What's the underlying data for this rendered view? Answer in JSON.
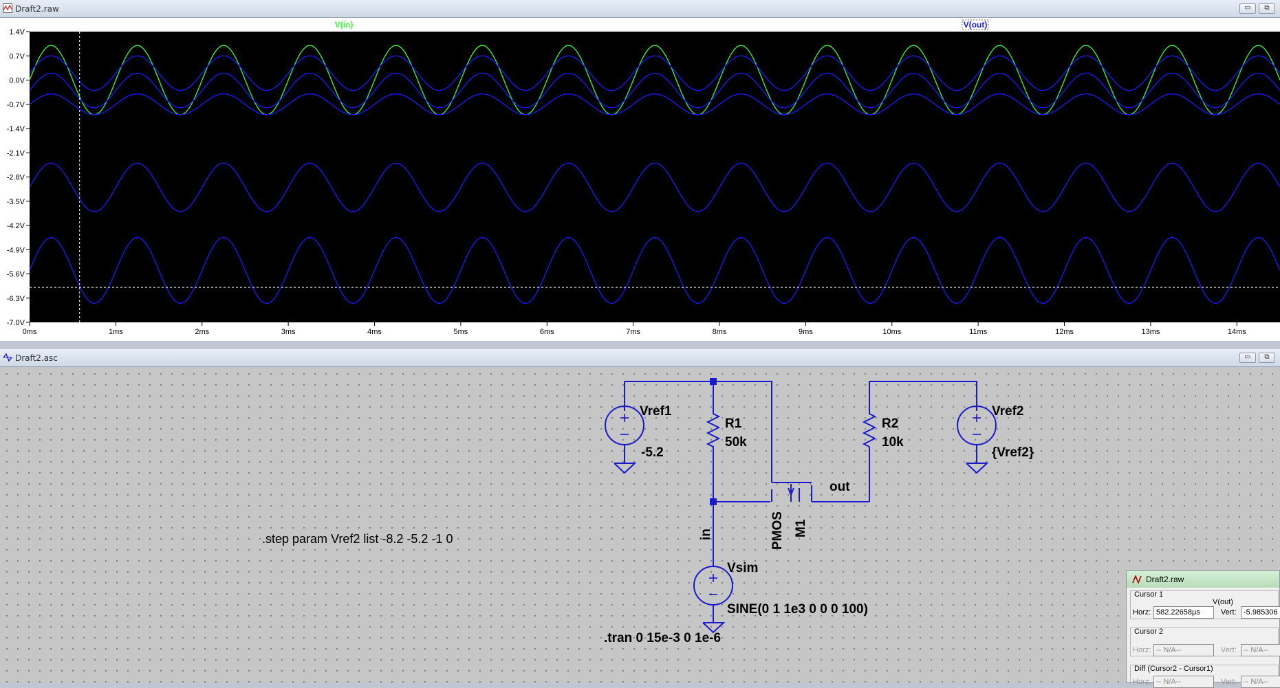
{
  "waveform_window": {
    "title": "Draft2.raw",
    "min_label": "▭",
    "max_label": "⧉",
    "trace_labels": [
      {
        "text": "V(in)",
        "color": "#33ff33"
      },
      {
        "text": "V(out)",
        "color": "#1a1aff",
        "selected": true
      }
    ],
    "y_ticks": [
      "1.4V",
      "0.7V",
      "0.0V",
      "-0.7V",
      "-1.4V",
      "-2.1V",
      "-2.8V",
      "-3.5V",
      "-4.2V",
      "-4.9V",
      "-5.6V",
      "-6.3V",
      "-7.0V"
    ],
    "x_ticks": [
      "0ms",
      "1ms",
      "2ms",
      "3ms",
      "4ms",
      "5ms",
      "6ms",
      "7ms",
      "8ms",
      "9ms",
      "10ms",
      "11ms",
      "12ms",
      "13ms",
      "14ms"
    ]
  },
  "chart_data": {
    "type": "line",
    "xlabel": "",
    "ylabel": "",
    "xunit": "ms",
    "yunit": "V",
    "xlim": [
      0,
      14.5
    ],
    "ylim": [
      -7.0,
      1.4
    ],
    "background": "#000000",
    "grid": false,
    "series": [
      {
        "name": "V(in)",
        "color": "#33ff33",
        "offset": 0.0,
        "amplitude": 1.0,
        "freq_khz": 1
      },
      {
        "name": "V(out)",
        "color": "#1a1aff",
        "offset": 0.2,
        "amplitude": 0.5,
        "freq_khz": 1
      },
      {
        "name": "V(out)",
        "color": "#1a1aff",
        "offset": -0.3,
        "amplitude": 0.5,
        "freq_khz": 1
      },
      {
        "name": "V(out)",
        "color": "#1a1aff",
        "offset": -0.7,
        "amplitude": 0.3,
        "freq_khz": 1
      },
      {
        "name": "V(out)",
        "color": "#1a1aff",
        "offset": -3.1,
        "amplitude": 0.7,
        "freq_khz": 1
      },
      {
        "name": "V(out)",
        "color": "#1a1aff",
        "offset": -5.5,
        "amplitude": 0.95,
        "freq_khz": 1
      }
    ],
    "cursor": {
      "x_ms": 0.58,
      "y_v": -5.99
    }
  },
  "schematic_window": {
    "title": "Draft2.asc",
    "min_label": "▭",
    "max_label": "⧉",
    "wire_color": "#1a1acc",
    "labels": {
      "vref1_name": "Vref1",
      "vref1_value": "-5.2",
      "r1_name": "R1",
      "r1_value": "50k",
      "r2_name": "R2",
      "r2_value": "10k",
      "vref2_name": "Vref2",
      "vref2_value": "{Vref2}",
      "m1_name": "M1",
      "m1_model": "PMOS",
      "out_net": "out",
      "in_net": "in",
      "vsim_name": "Vsim",
      "vsim_value": "SINE(0 1 1e3 0 0 0 100)",
      "step_directive": ".step param Vref2 list -8.2 -5.2 -1 0",
      "tran_directive": ".tran 0 15e-3 0 1e-6"
    }
  },
  "cursor_panel": {
    "title": "Draft2.raw",
    "cursor1_label": "Cursor 1",
    "cursor1_trace": "V(out)",
    "horz_label": "Horz:",
    "vert_label": "Vert:",
    "cursor1_horz": "582.22658µs",
    "cursor1_vert": "-5.985306",
    "cursor2_label": "Cursor 2",
    "cursor2_horz": "-- N/A--",
    "cursor2_vert": "-- N/A--",
    "diff_label": "Diff (Cursor2 - Cursor1)",
    "diff_horz": "-- N/A--",
    "diff_vert": "-- N/A--"
  }
}
